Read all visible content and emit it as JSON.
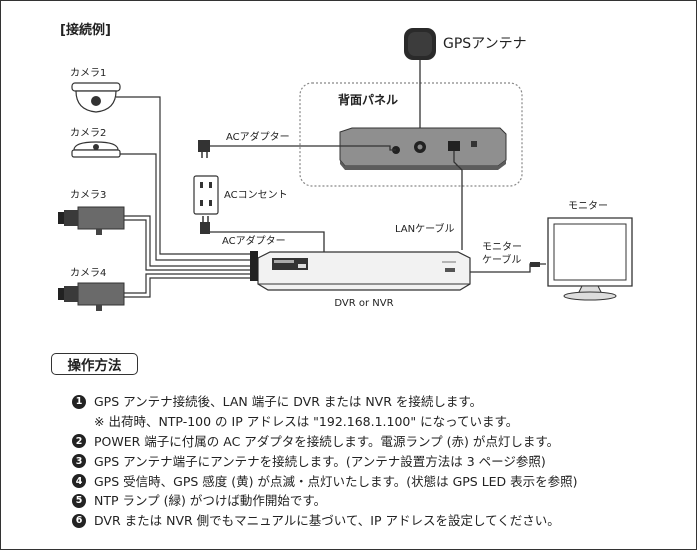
{
  "diagram": {
    "section_title": "[接続例]",
    "gps_antenna": "GPSアンテナ",
    "back_panel": "背面パネル",
    "cameras": [
      "カメラ1",
      "カメラ2",
      "カメラ3",
      "カメラ4"
    ],
    "ac_adapter_top": "ACアダプター",
    "ac_outlet": "ACコンセント",
    "ac_adapter_bottom": "ACアダプター",
    "lan_cable": "LANケーブル",
    "monitor": "モニター",
    "monitor_cable_line1": "モニター",
    "monitor_cable_line2": "ケーブル",
    "recorder": "DVR or NVR"
  },
  "method": {
    "title": "操作方法",
    "steps": [
      {
        "num": "1",
        "text": "GPS アンテナ接続後、LAN 端子に DVR または NVR を接続します。"
      },
      {
        "num": "",
        "text": "※ 出荷時、NTP-100 の IP アドレスは \"192.168.1.100\" になっています。"
      },
      {
        "num": "2",
        "text": "POWER 端子に付属の AC アダプタを接続します。電源ランプ (赤) が点灯します。"
      },
      {
        "num": "3",
        "text": "GPS アンテナ端子にアンテナを接続します。(アンテナ設置方法は 3 ページ参照)"
      },
      {
        "num": "4",
        "text": "GPS 受信時、GPS 感度 (黄) が点滅・点灯いたします。(状態は GPS LED 表示を参照)"
      },
      {
        "num": "5",
        "text": "NTP ランプ (緑) がつけば動作開始です。"
      },
      {
        "num": "6",
        "text": "DVR または NVR 側でもマニュアルに基づいて、IP アドレスを設定してください。"
      }
    ]
  }
}
